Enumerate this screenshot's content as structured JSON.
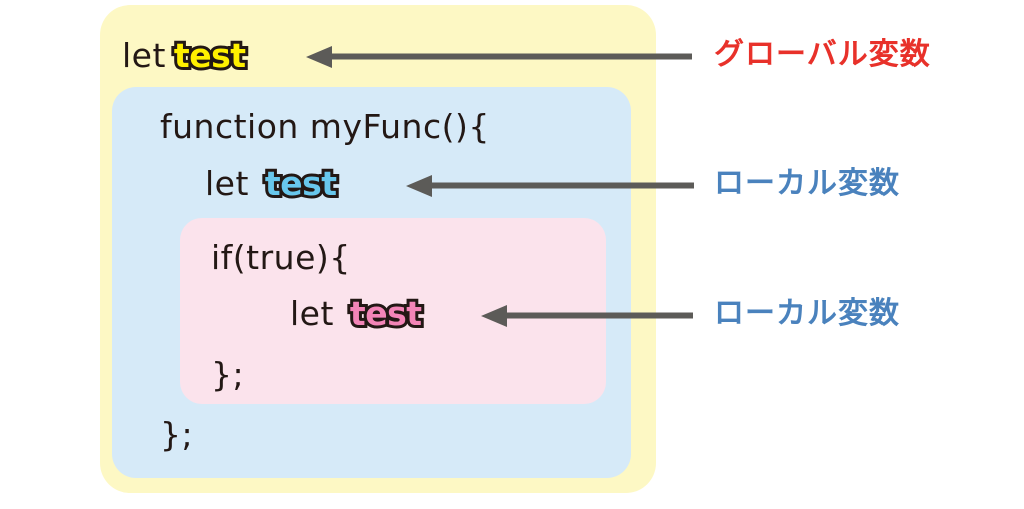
{
  "diagram": {
    "title": "JavaScript variable scope diagram",
    "colors": {
      "global_scope_bg": "#fdf8c4",
      "function_scope_bg": "#d6eaf8",
      "if_scope_bg": "#fbe3ec",
      "global_var_fill": "#fff000",
      "function_var_fill": "#68c7ec",
      "if_var_fill": "#f385b7",
      "var_outline": "#231815",
      "arrow": "#5c5b58",
      "global_label_text": "#e8312a",
      "local_label_text": "#4a82bd"
    }
  },
  "code": {
    "global_let_keyword": "let",
    "global_var_name": "test",
    "function_declaration": "function myFunc(){",
    "function_let_keyword": "let",
    "function_var_name": "test",
    "if_declaration": "if(true){",
    "if_let_keyword": "let",
    "if_var_name": "test",
    "if_close": "};",
    "function_close": "};"
  },
  "annotations": {
    "global": "グローバル変数",
    "local_function": "ローカル変数",
    "local_if": "ローカル変数"
  },
  "arrows": [
    {
      "name": "arrow-global-variable",
      "direction": "left",
      "points_to": "global test variable"
    },
    {
      "name": "arrow-function-local-variable",
      "direction": "left",
      "points_to": "function-scoped test variable"
    },
    {
      "name": "arrow-if-local-variable",
      "direction": "left",
      "points_to": "if-block-scoped test variable"
    }
  ]
}
